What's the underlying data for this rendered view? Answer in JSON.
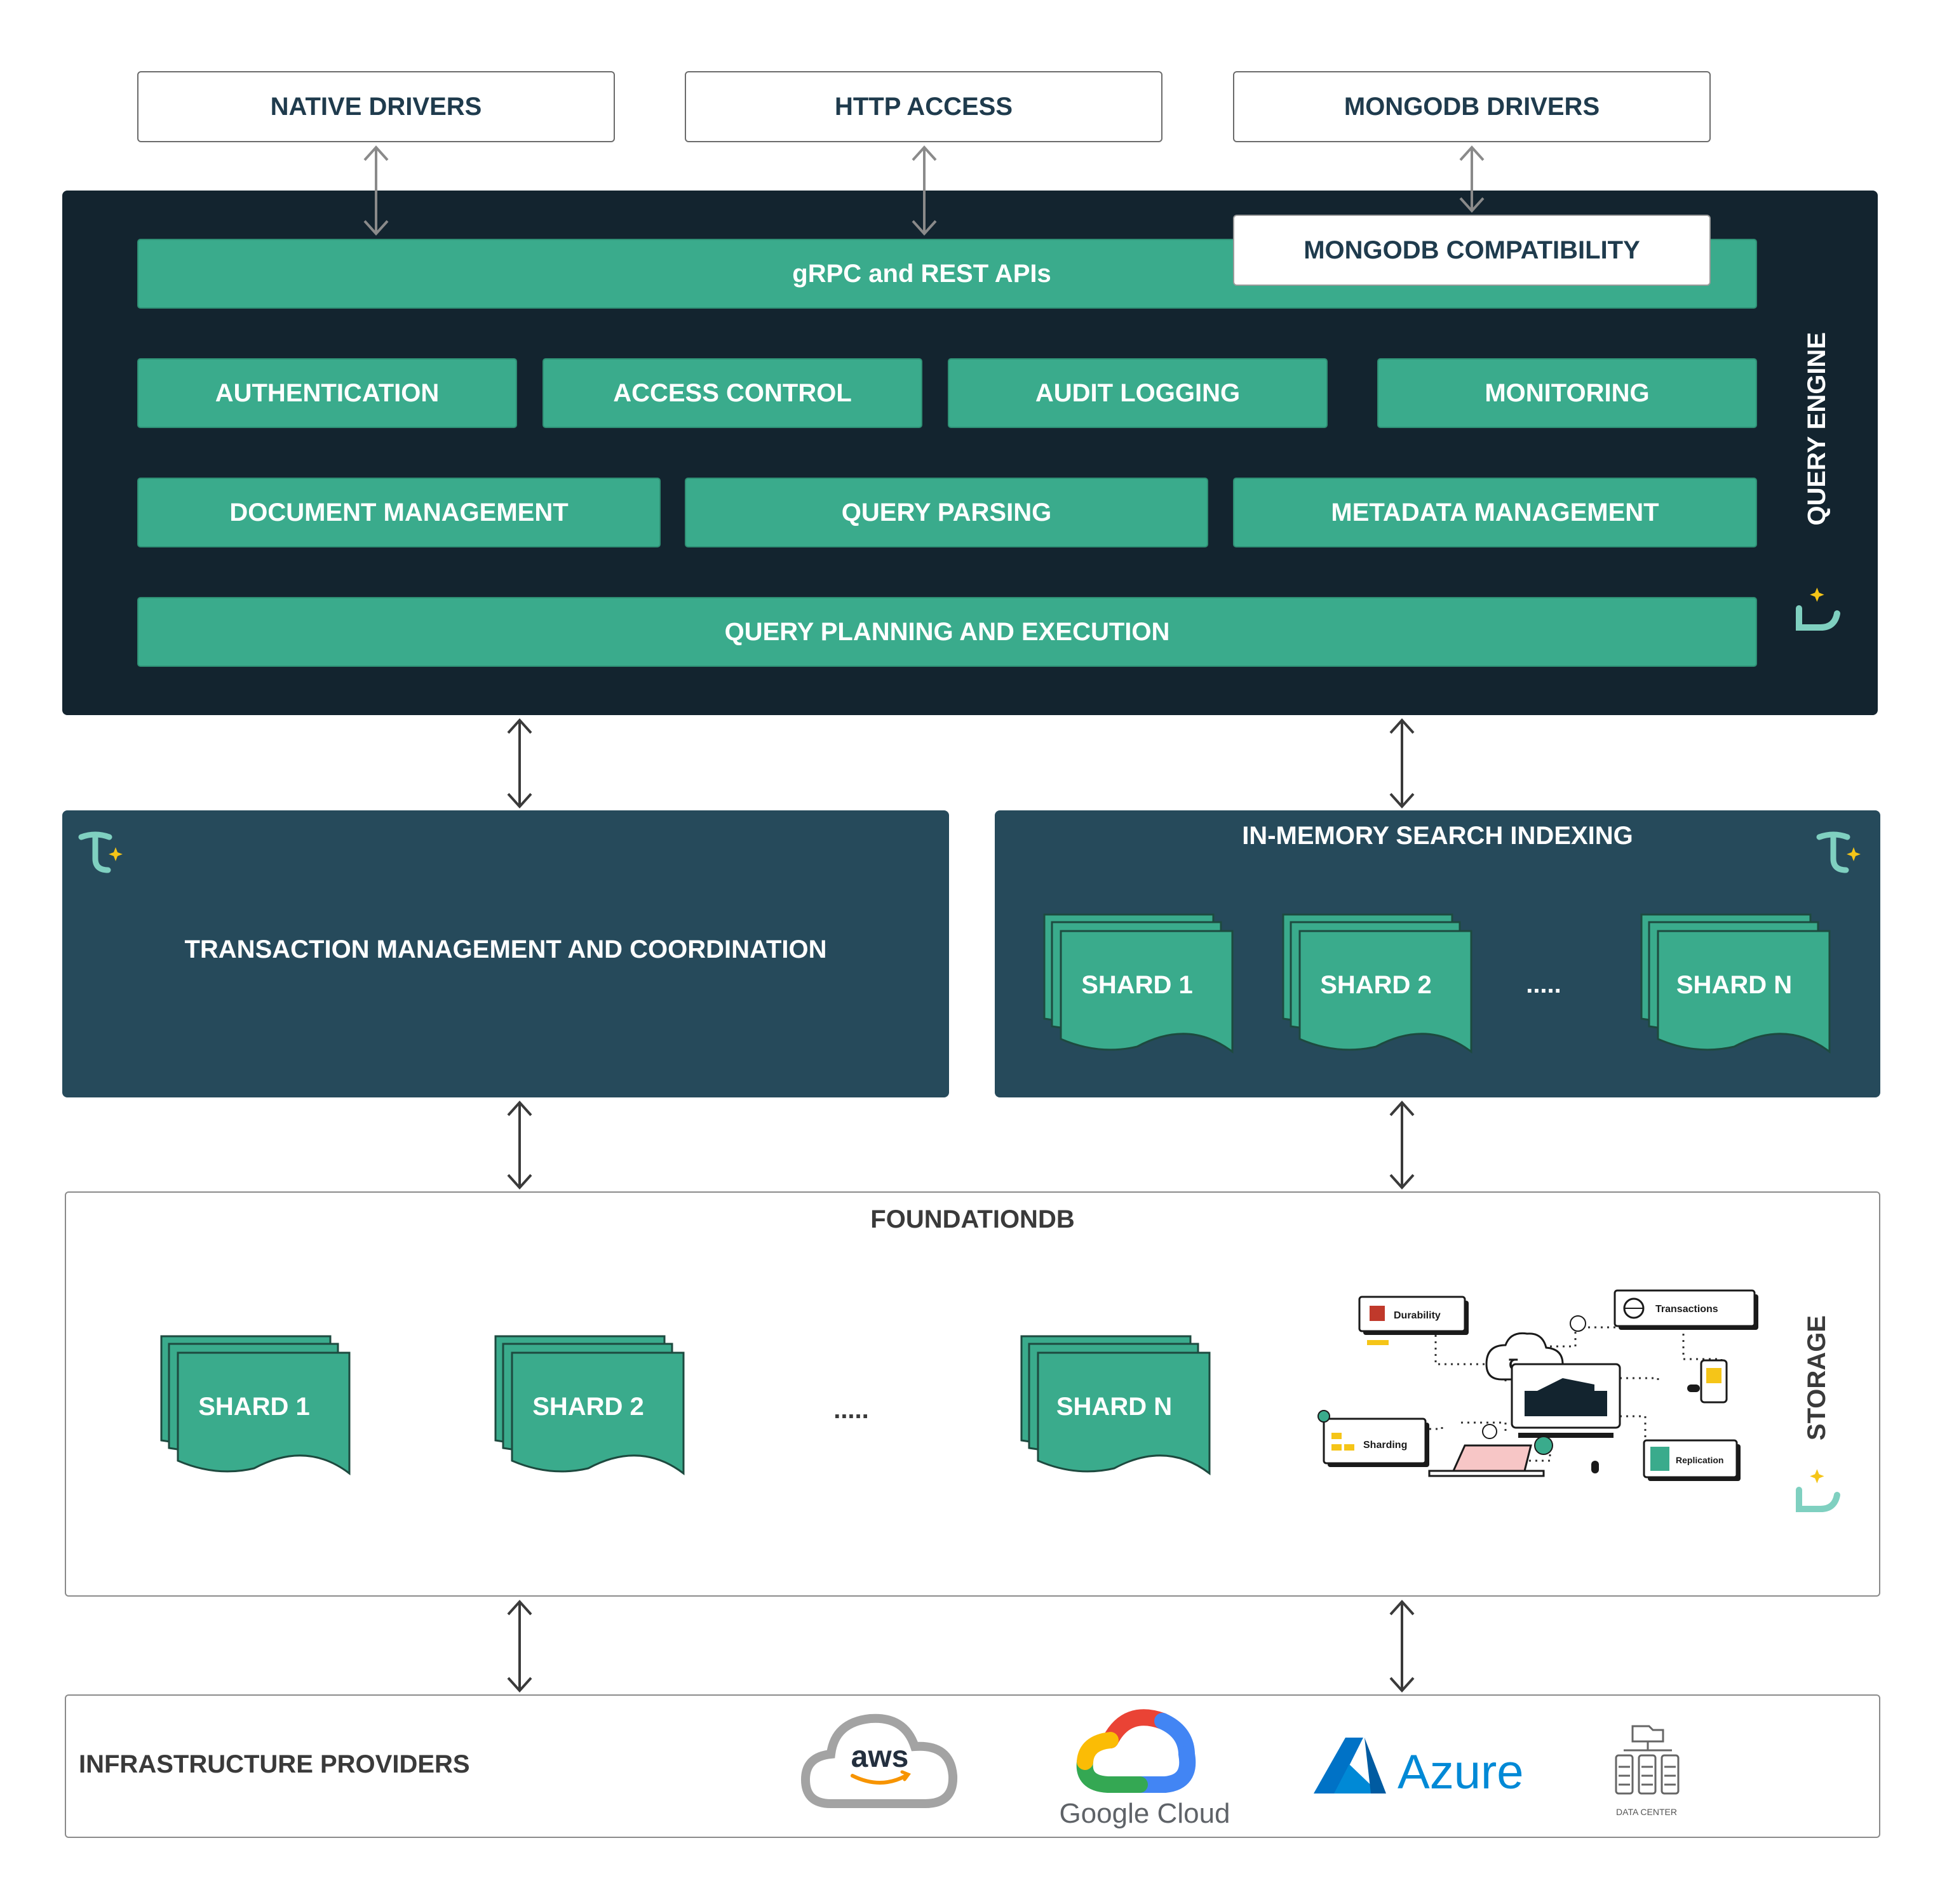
{
  "clients": {
    "native_drivers": "NATIVE DRIVERS",
    "http_access": "HTTP ACCESS",
    "mongodb_drivers": "MONGODB DRIVERS"
  },
  "query_engine": {
    "title": "QUERY ENGINE",
    "apis": "gRPC and REST APIs",
    "mongodb_compat": "MONGODB COMPATIBILITY",
    "row1": [
      "AUTHENTICATION",
      "ACCESS CONTROL",
      "AUDIT LOGGING",
      "MONITORING"
    ],
    "row2": [
      "DOCUMENT MANAGEMENT",
      "QUERY PARSING",
      "METADATA MANAGEMENT"
    ],
    "planning": "QUERY PLANNING AND EXECUTION"
  },
  "transaction": {
    "label": "TRANSACTION MANAGEMENT AND COORDINATION"
  },
  "search_index": {
    "title": "IN-MEMORY SEARCH INDEXING",
    "shards": [
      "SHARD 1",
      "SHARD 2",
      "SHARD N"
    ],
    "ellipsis": "....."
  },
  "storage": {
    "title": "FOUNDATIONDB",
    "side_label": "STORAGE",
    "shards": [
      "SHARD 1",
      "SHARD 2",
      "SHARD N"
    ],
    "ellipsis": ".....",
    "illustration_labels": {
      "durability": "Durability",
      "transactions": "Transactions",
      "sharding": "Sharding",
      "replication": "Replication"
    }
  },
  "infrastructure": {
    "label": "INFRASTRUCTURE PROVIDERS",
    "providers": {
      "aws": "aws",
      "google": "Google Cloud",
      "azure": "Azure",
      "datacenter": "DATA CENTER"
    }
  },
  "colors": {
    "engine_bg": "#13242f",
    "green": "#3aab8c",
    "slate": "#264a5b",
    "text_dark": "#1f3b4d",
    "accent_yellow": "#f5c518"
  },
  "icons": [
    "arrow-updown-icon",
    "tigris-logo-icon",
    "aws-logo-icon",
    "google-cloud-logo-icon",
    "azure-logo-icon",
    "data-center-icon"
  ]
}
